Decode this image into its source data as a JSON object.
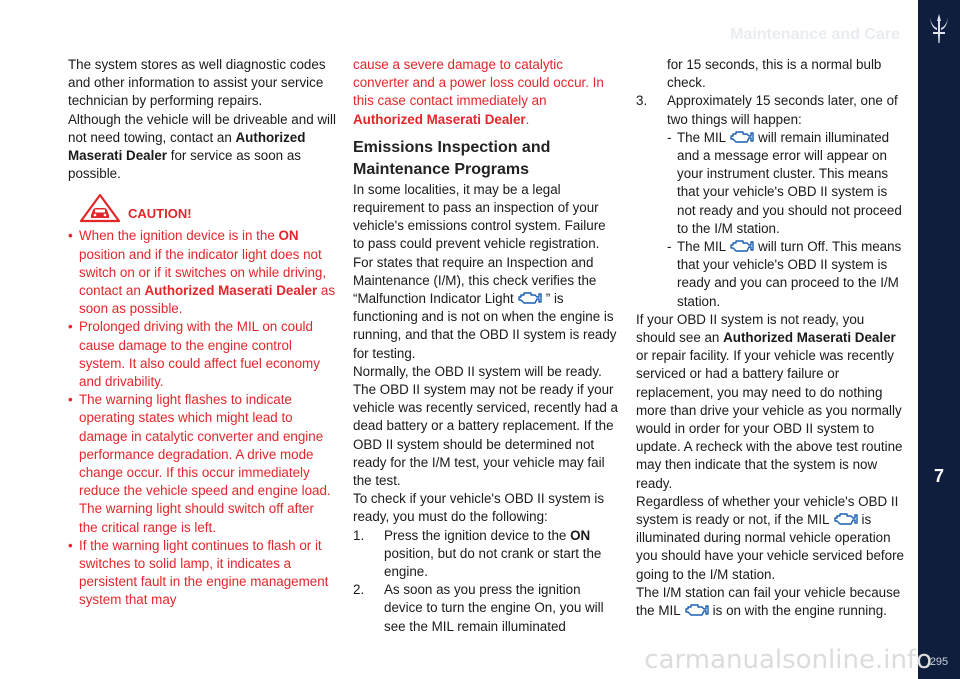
{
  "header": {
    "section_title": "Maintenance and Care"
  },
  "sidebar": {
    "chapter": "7",
    "page_number": "295"
  },
  "watermark": "carmanualsonline.info",
  "col1": {
    "intro_1": "The system stores as well diagnostic codes and other information to assist your service technician by performing repairs.",
    "intro_2a": "Although the vehicle will be driveable and will not need towing, contact an ",
    "intro_2b": "Authorized Maserati Dealer",
    "intro_2c": " for service as soon as possible.",
    "caution_label": "CAUTION!",
    "b1a": "When the ignition device is in the ",
    "b1b": "ON",
    "b1c": " position and if the indicator light does not switch on or if it switches on while driving, contact an ",
    "b1d": "Authorized Maserati Dealer",
    "b1e": " as soon as possible.",
    "b2": "Prolonged driving with the MIL on could cause damage to the engine control system. It also could affect fuel economy and drivability.",
    "b3": "The warning light flashes to indicate operating states which might lead to damage in catalytic converter and engine performance degradation. A drive mode change occur. If this occur immediately reduce the vehicle speed and engine load. The warning light should switch off after the critical range is left.",
    "b4": "If the warning light continues to flash or it switches to solid lamp, it indicates a persistent fault in the engine management system that may"
  },
  "col2": {
    "cont_a": "cause a severe damage to catalytic converter and a power loss could occur. In this case contact immediately an ",
    "cont_b": "Authorized Maserati Dealer",
    "cont_c": ".",
    "heading": "Emissions Inspection and Maintenance Programs",
    "p1a": "In some localities, it may be a legal requirement to pass an inspection of your vehicle's emissions control system. Failure to pass could prevent vehicle registration. For states that require an Inspection and Maintenance (I/M), this check verifies the “Malfunction Indicator Light",
    "p1b": "” is functioning and is not on when the engine is running, and that the OBD II system is ready for testing.",
    "p2": "Normally, the OBD II system will be ready. The OBD II system may not be ready if your vehicle was recently serviced, recently had a dead battery or a battery replacement. If the OBD II system should be determined not ready for the I/M test, your vehicle may fail the test.",
    "p3": "To check if your vehicle's OBD II system is ready, you must do the following:",
    "s1_num": "1.",
    "s1a": "Press the ignition device to the ",
    "s1b": "ON",
    "s1c": " position, but do not crank or start the engine.",
    "s2_num": "2.",
    "s2": "As soon as you press the ignition device to turn the engine On, you will see the MIL remain illuminated"
  },
  "col3": {
    "s2_cont": "for 15 seconds, this is a normal bulb check.",
    "s3_num": "3.",
    "s3": "Approximately 15 seconds later, one of two things will happen:",
    "d1_mark": "-",
    "d1a": "The MIL",
    "d1b": "will remain illuminated and a message error will appear on your instrument cluster. This means that your vehicle's OBD II system is not ready and you should not proceed to the I/M station.",
    "d2_mark": "-",
    "d2a": "The MIL",
    "d2b": "will turn Off. This means that your vehicle's OBD II system is ready and you can proceed to the I/M station.",
    "p4a": "If your OBD II system is not ready, you should see an ",
    "p4b": "Authorized Maserati Dealer",
    "p4c": " or repair facility. If your vehicle was recently serviced or had a battery failure or replacement, you may need to do nothing more than drive your vehicle as you normally would in order for your OBD II system to update. A recheck with the above test routine may then indicate that the system is now ready.",
    "p5a": "Regardless of whether your vehicle's OBD II system is ready or not, if the MIL",
    "p5b": "is illuminated during normal vehicle operation you should have your vehicle serviced before going to the I/M station.",
    "p6a": "The I/M station can fail your vehicle because the MIL",
    "p6b": "is on with the engine running."
  },
  "icons": {
    "mil": "engine-mil-icon",
    "caution": "caution-car-icon",
    "logo": "maserati-trident-logo"
  },
  "colors": {
    "warning_red": "#e3262a",
    "sidebar_navy": "#0e1e3c"
  }
}
